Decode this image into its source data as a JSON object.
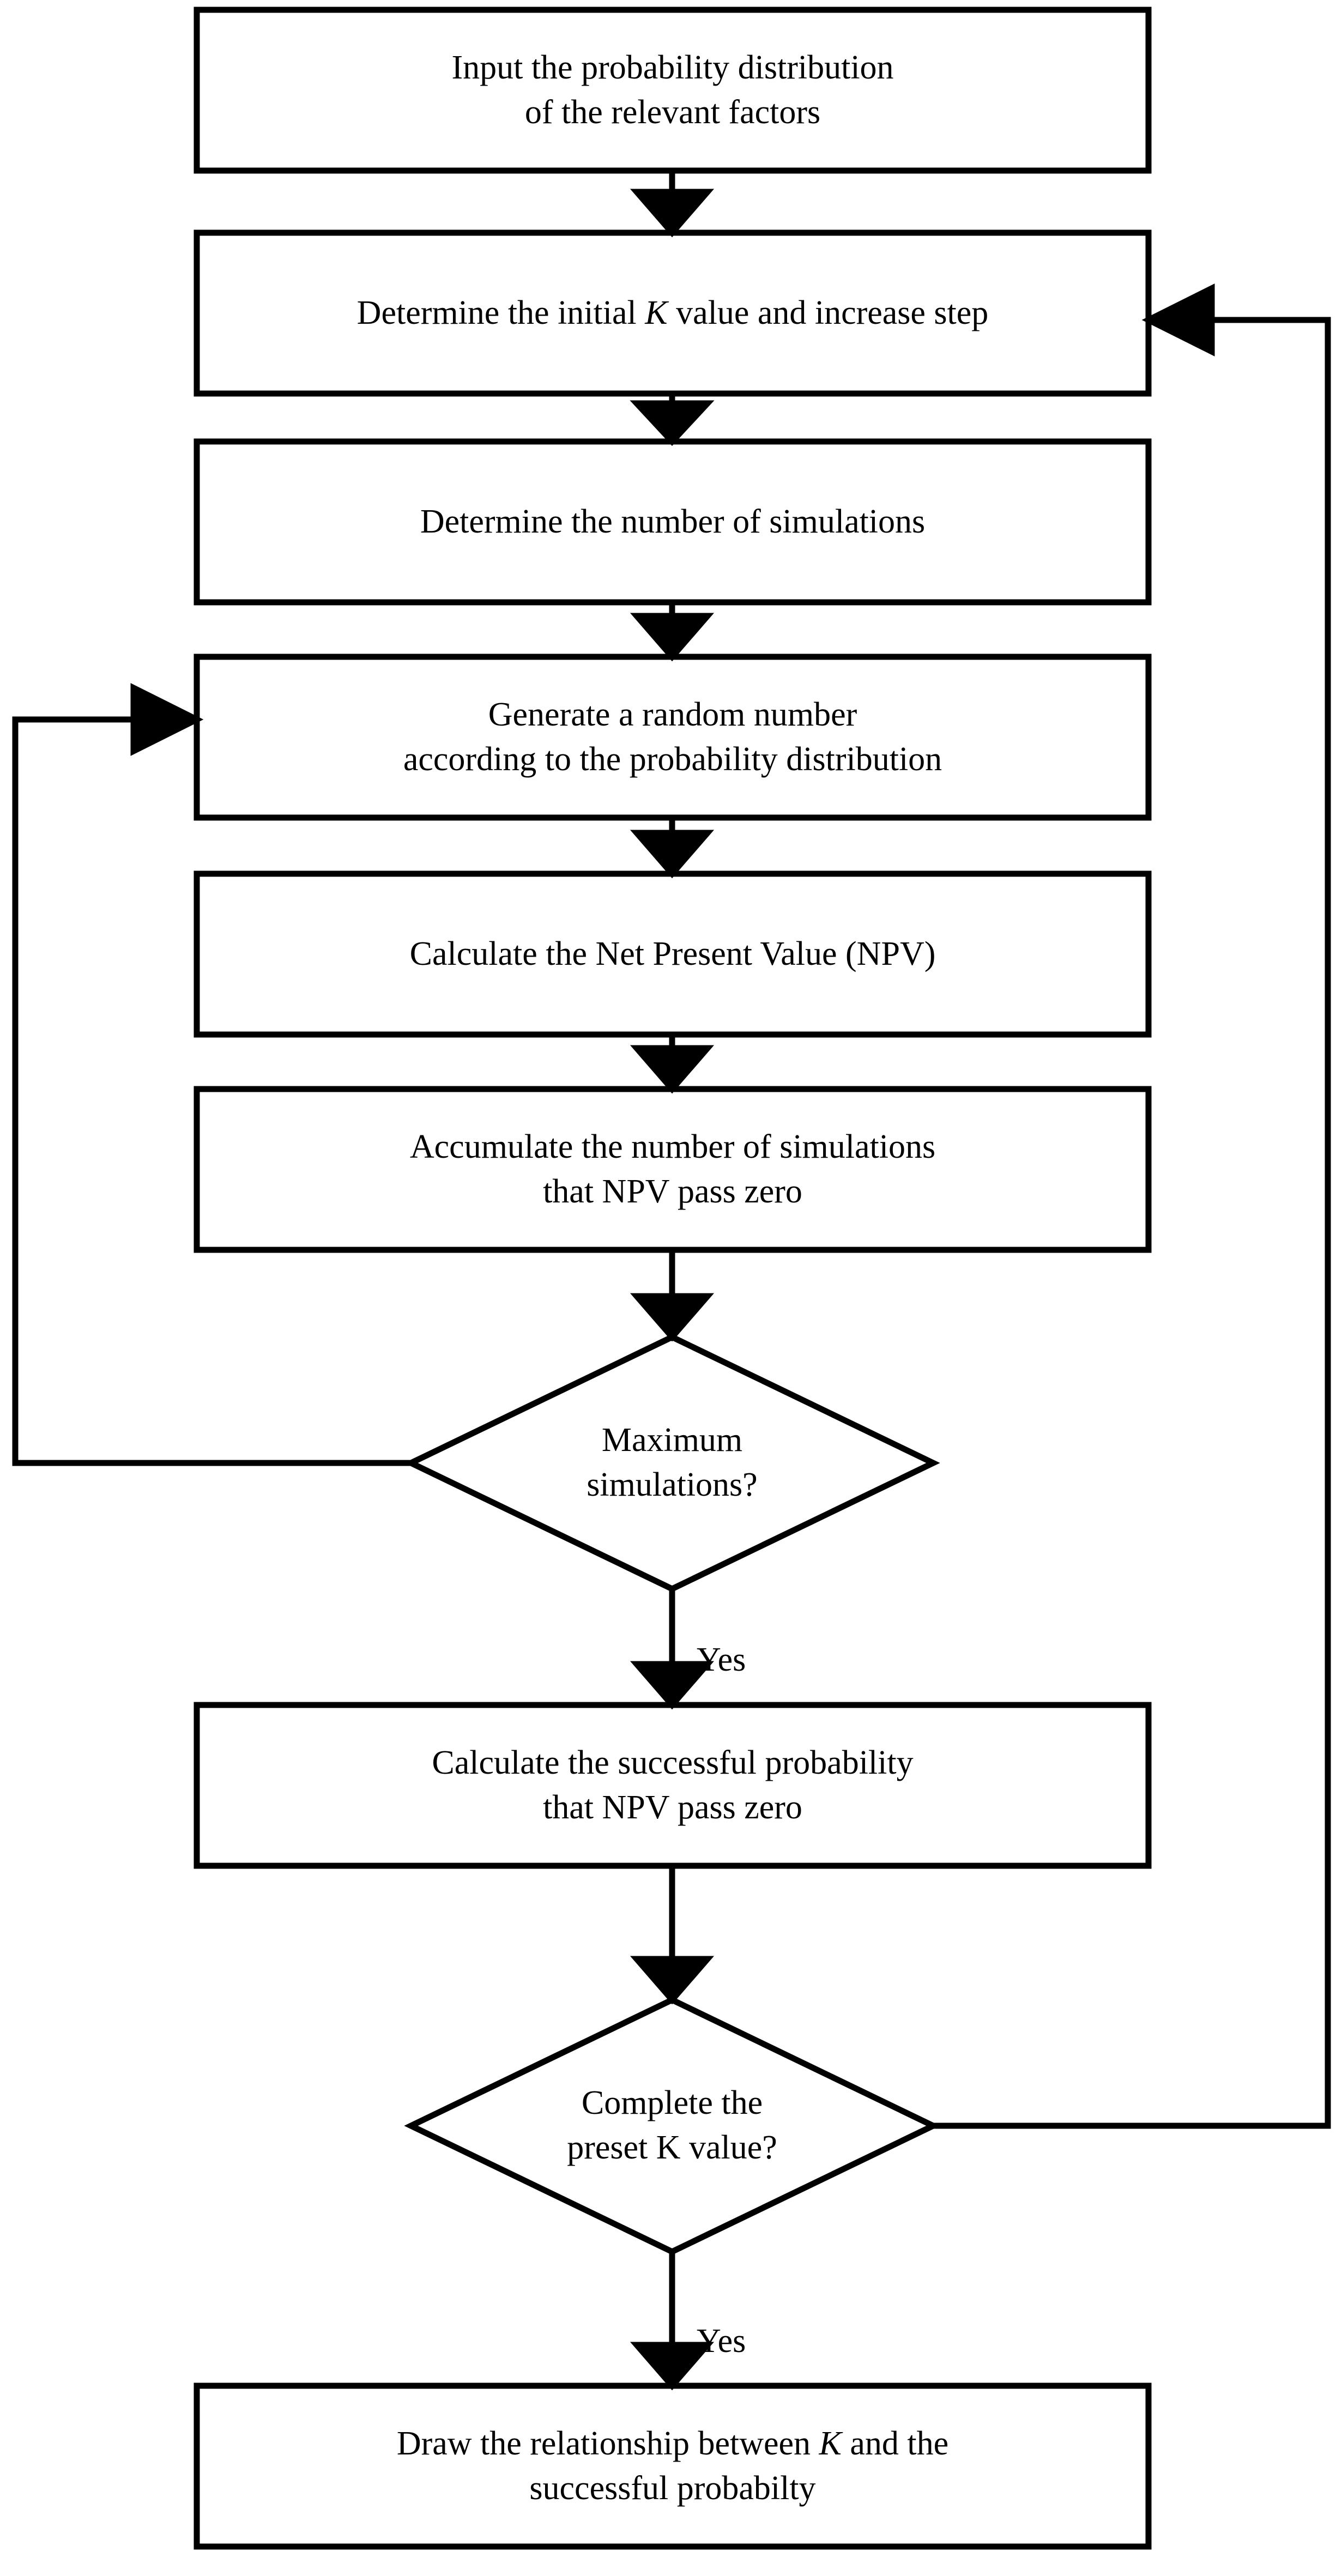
{
  "diagram": {
    "type": "flowchart",
    "title": "Monte Carlo simulation flowchart for K value versus successful probability",
    "orientation": "top-to-bottom",
    "colors": {
      "stroke": "#000000",
      "fill": "#ffffff",
      "text": "#000000"
    },
    "nodes": [
      {
        "id": "n1",
        "shape": "rectangle",
        "label": "Input the probability distribution\nof the relevant factors",
        "lines": [
          "Input the probability distribution",
          "of the relevant factors"
        ]
      },
      {
        "id": "n2",
        "shape": "rectangle",
        "label": "Determine the initial K value and increase step",
        "lines": [
          "Determine the initial K value and increase step"
        ],
        "italic_tokens": [
          "K"
        ]
      },
      {
        "id": "n3",
        "shape": "rectangle",
        "label": "Determine the number of simulations",
        "lines": [
          "Determine the number of simulations"
        ]
      },
      {
        "id": "n4",
        "shape": "rectangle",
        "label": "Generate a random number\naccording to the probability distribution",
        "lines": [
          "Generate a random number",
          "according to the probability distribution"
        ]
      },
      {
        "id": "n5",
        "shape": "rectangle",
        "label": "Calculate the Net Present Value (NPV)",
        "lines": [
          "Calculate the Net Present Value (NPV)"
        ]
      },
      {
        "id": "n6",
        "shape": "rectangle",
        "label": "Accumulate the number of simulations\nthat NPV pass zero",
        "lines": [
          "Accumulate the number of simulations",
          "that NPV pass zero"
        ]
      },
      {
        "id": "d1",
        "shape": "diamond",
        "label": "Maximum\nsimulations?",
        "lines": [
          "Maximum",
          "simulations?"
        ]
      },
      {
        "id": "n7",
        "shape": "rectangle",
        "label": "Calculate the successful probability\nthat NPV pass zero",
        "lines": [
          "Calculate the successful probability",
          "that NPV pass zero"
        ]
      },
      {
        "id": "d2",
        "shape": "diamond",
        "label": "Complete the\npreset K value?",
        "lines": [
          "Complete the",
          "preset K value?"
        ]
      },
      {
        "id": "n8",
        "shape": "rectangle",
        "label": "Draw the relationship between K and the\nsuccessful probabilty",
        "lines": [
          "Draw the relationship between K and the",
          "successful probabilty"
        ],
        "italic_tokens": [
          "K"
        ]
      }
    ],
    "edges": [
      {
        "from": "n1",
        "to": "n2",
        "label": ""
      },
      {
        "from": "n2",
        "to": "n3",
        "label": ""
      },
      {
        "from": "n3",
        "to": "n4",
        "label": ""
      },
      {
        "from": "n4",
        "to": "n5",
        "label": ""
      },
      {
        "from": "n5",
        "to": "n6",
        "label": ""
      },
      {
        "from": "n6",
        "to": "d1",
        "label": ""
      },
      {
        "from": "d1",
        "to": "n7",
        "label": "Yes"
      },
      {
        "from": "d1",
        "to": "n4",
        "label": "",
        "route": "left-feedback"
      },
      {
        "from": "n7",
        "to": "d2",
        "label": ""
      },
      {
        "from": "d2",
        "to": "n8",
        "label": "Yes"
      },
      {
        "from": "d2",
        "to": "n2",
        "label": "",
        "route": "right-feedback"
      }
    ],
    "edge_labels": {
      "yes_after_max_simulations": "Yes",
      "yes_after_preset_k": "Yes"
    }
  }
}
